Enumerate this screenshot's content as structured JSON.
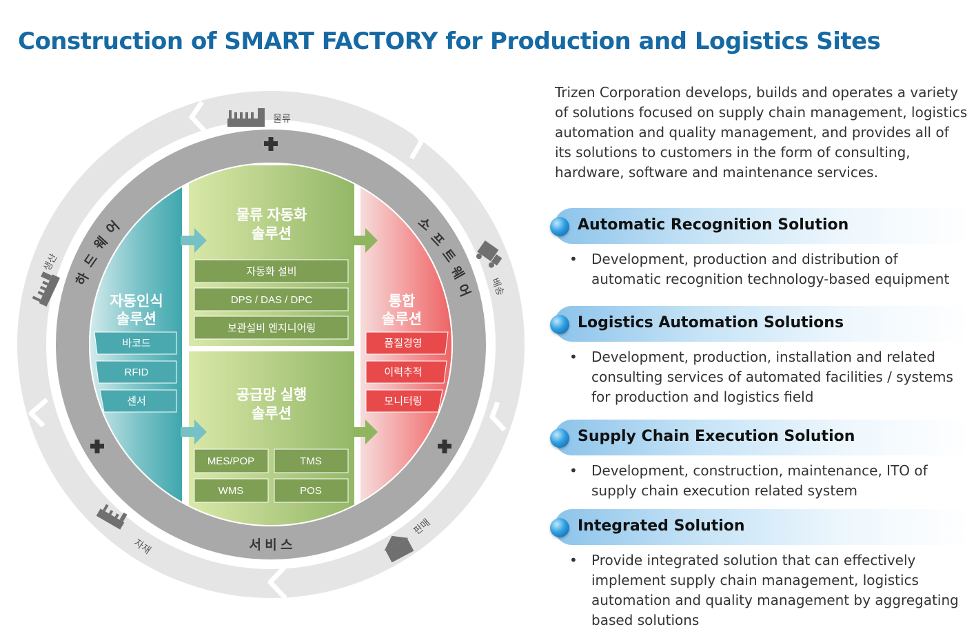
{
  "title": "Construction of SMART FACTORY for Production and Logistics Sites",
  "diagram": {
    "outer_ring_labels": {
      "logistics": "물류",
      "delivery": "배송",
      "sales": "판매",
      "materials": "자재",
      "production": "생산"
    },
    "inner_ring_labels": {
      "hardware": [
        "하",
        "드",
        "웨",
        "어"
      ],
      "software": [
        "소",
        "프",
        "트",
        "웨",
        "어"
      ],
      "service": "서 비 스"
    },
    "left_panel": {
      "title_line1": "자동인식",
      "title_line2": "솔루션",
      "items": [
        "바코드",
        "RFID",
        "센서"
      ]
    },
    "top_panel": {
      "title_line1": "물류 자동화",
      "title_line2": "솔루션",
      "items": [
        "자동화 설비",
        "DPS / DAS / DPC",
        "보관설비 엔지니어링"
      ]
    },
    "bottom_panel": {
      "title_line1": "공급망 실행",
      "title_line2": "솔루션",
      "items": [
        "MES/POP",
        "TMS",
        "WMS",
        "POS"
      ]
    },
    "right_panel": {
      "title_line1": "통합",
      "title_line2": "솔루션",
      "items": [
        "품질경영",
        "이력추적",
        "모니터링"
      ]
    },
    "colors": {
      "teal": "#4fb3b8",
      "green": "#8fb55e",
      "red": "#ef5f60",
      "ring": "#a7a7a7",
      "outer": "#e4e4e4"
    }
  },
  "intro": "Trizen Corporation develops, builds and operates a variety of solutions focused on supply chain management, logistics automation and quality management, and provides all of its solutions to customers in the form of consulting, hardware, software and maintenance services.",
  "solutions": [
    {
      "title": "Automatic Recognition Solution",
      "bullet": "•",
      "description": "Development, production and distribution of automatic recognition technology-based equipment"
    },
    {
      "title": "Logistics Automation Solutions",
      "bullet": "•",
      "description": "Development, production, installation and related consulting services of automated facilities / systems for production and logistics field"
    },
    {
      "title": "Supply Chain Execution Solution",
      "bullet": "•",
      "description": "Development, construction, maintenance, ITO of supply chain execution related system"
    },
    {
      "title": "Integrated Solution",
      "bullet": "•",
      "description": "Provide integrated solution that can effectively implement supply chain management, logistics automation and quality management by aggregating based solutions"
    }
  ]
}
